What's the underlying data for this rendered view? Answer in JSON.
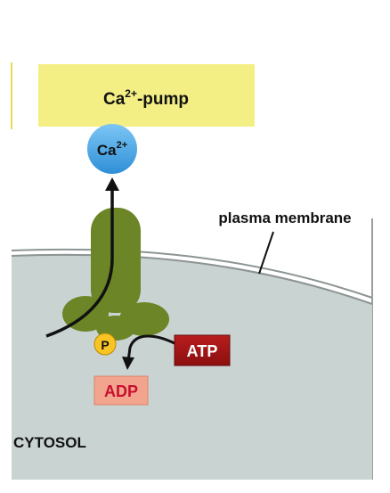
{
  "pump_label": {
    "base": "Ca",
    "superscript": "2+",
    "suffix": "-pump"
  },
  "ion_label": {
    "base": "Ca",
    "superscript": "2+"
  },
  "membrane_label": "plasma membrane",
  "cytosol_label": "CYTOSOL",
  "phosphate_label": "P",
  "atp_label": "ATP",
  "adp_label": "ADP",
  "colors": {
    "title_box": "#f4ef85",
    "ion": "#3fa6e6",
    "cytosol": "#c9d3d2",
    "membrane_line": "#8d9594",
    "pump": "#6c8526",
    "phosphate": "#f7c325",
    "atp_box": "#9e1414",
    "adp_box": "#f2a48e"
  }
}
